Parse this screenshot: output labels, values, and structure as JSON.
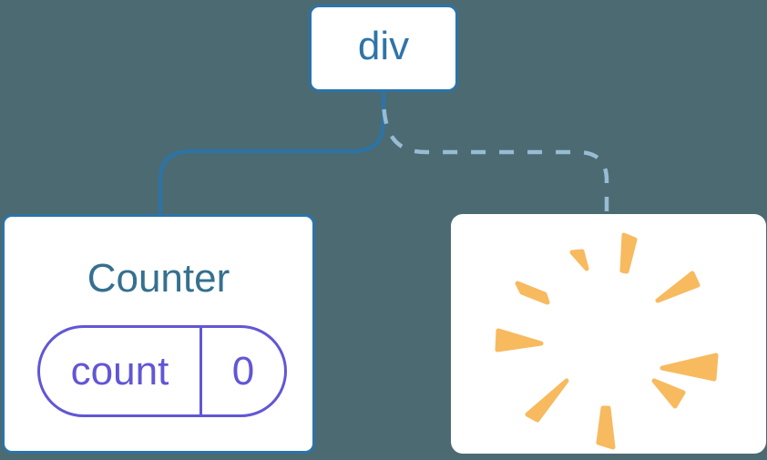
{
  "diagram": {
    "description": "React component tree: div root keeps Counter child (solid link) while second child is removed (dashed link to poof burst)",
    "root_node": {
      "label": "div"
    },
    "counter_node": {
      "title": "Counter",
      "state": {
        "key": "count",
        "value": "0"
      }
    },
    "removed_node": {
      "icon": "poof-burst-icon"
    },
    "connections": [
      {
        "from": "div",
        "to": "Counter",
        "style": "solid"
      },
      {
        "from": "div",
        "to": "removed-node",
        "style": "dashed"
      }
    ],
    "colors": {
      "background": "#4C6A72",
      "node_border_blue": "#2B74A8",
      "node_text_blue": "#2E74A8",
      "counter_title_teal": "#35708F",
      "state_purple": "#6156D6",
      "dashed_line_blue": "#97BCD3",
      "burst_orange": "#F7BA5F",
      "card_fill": "#FFFFFF"
    }
  }
}
